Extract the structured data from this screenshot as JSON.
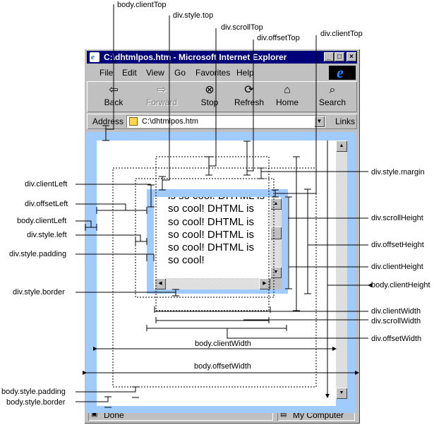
{
  "window": {
    "title": "C:\\dhtmlpos.htm - Microsoft Internet Explorer",
    "title_buttons": [
      "_",
      "□",
      "×"
    ]
  },
  "menu": [
    "File",
    "Edit",
    "View",
    "Go",
    "Favorites",
    "Help"
  ],
  "toolbar": [
    {
      "label": "Back",
      "icon": "back-arrow-icon"
    },
    {
      "label": "Forward",
      "icon": "forward-arrow-icon",
      "disabled": true
    },
    {
      "label": "Stop",
      "icon": "stop-icon"
    },
    {
      "label": "Refresh",
      "icon": "refresh-icon"
    },
    {
      "label": "Home",
      "icon": "home-icon"
    },
    {
      "label": "Search",
      "icon": "search-icon"
    }
  ],
  "address": {
    "label": "Address",
    "value": "C:\\dhtmlpos.htm",
    "links": "Links"
  },
  "status": {
    "text": "Done",
    "zone": "My Computer"
  },
  "div_content": "is so cool! DHTML is so cool! DHTML is so cool! DHTML is so cool! DHTML is so cool! DHTML is so cool!",
  "labels": {
    "body_clientTop": "body.clientTop",
    "div_style_top": "div.style.top",
    "div_scrollTop": "div.scrollTop",
    "div_offsetTop": "div.offsetTop",
    "div_clientTop": "div.clientTop",
    "div_style_margin": "div.style.margin",
    "div_scrollHeight": "div.scrollHeight",
    "div_offsetHeight": "div.offsetHeight",
    "div_clientHeight": "div.clientHeight",
    "body_clientHeight": "body.clientHeight",
    "div_clientWidth": "div.clientWidth",
    "div_scrollWidth": "div.scrollWidth",
    "div_offsetWidth": "div.offsetWidth",
    "div_clientLeft": "div.clientLeft",
    "div_offsetLeft": "div.offsetLeft",
    "body_clientLeft": "body.clientLeft",
    "div_style_left": "div.style.left",
    "div_style_padding": "div.style.padding",
    "div_style_border": "div.style.border",
    "body_clientWidth": "body.clientWidth",
    "body_offsetWidth": "body.offsetWidth",
    "body_style_padding": "body.style.padding",
    "body_style_border": "body.style.border"
  },
  "colors": {
    "titlebar": "#00007b",
    "border_blue": "#9fcbff",
    "chrome": "#c0c0c0"
  }
}
